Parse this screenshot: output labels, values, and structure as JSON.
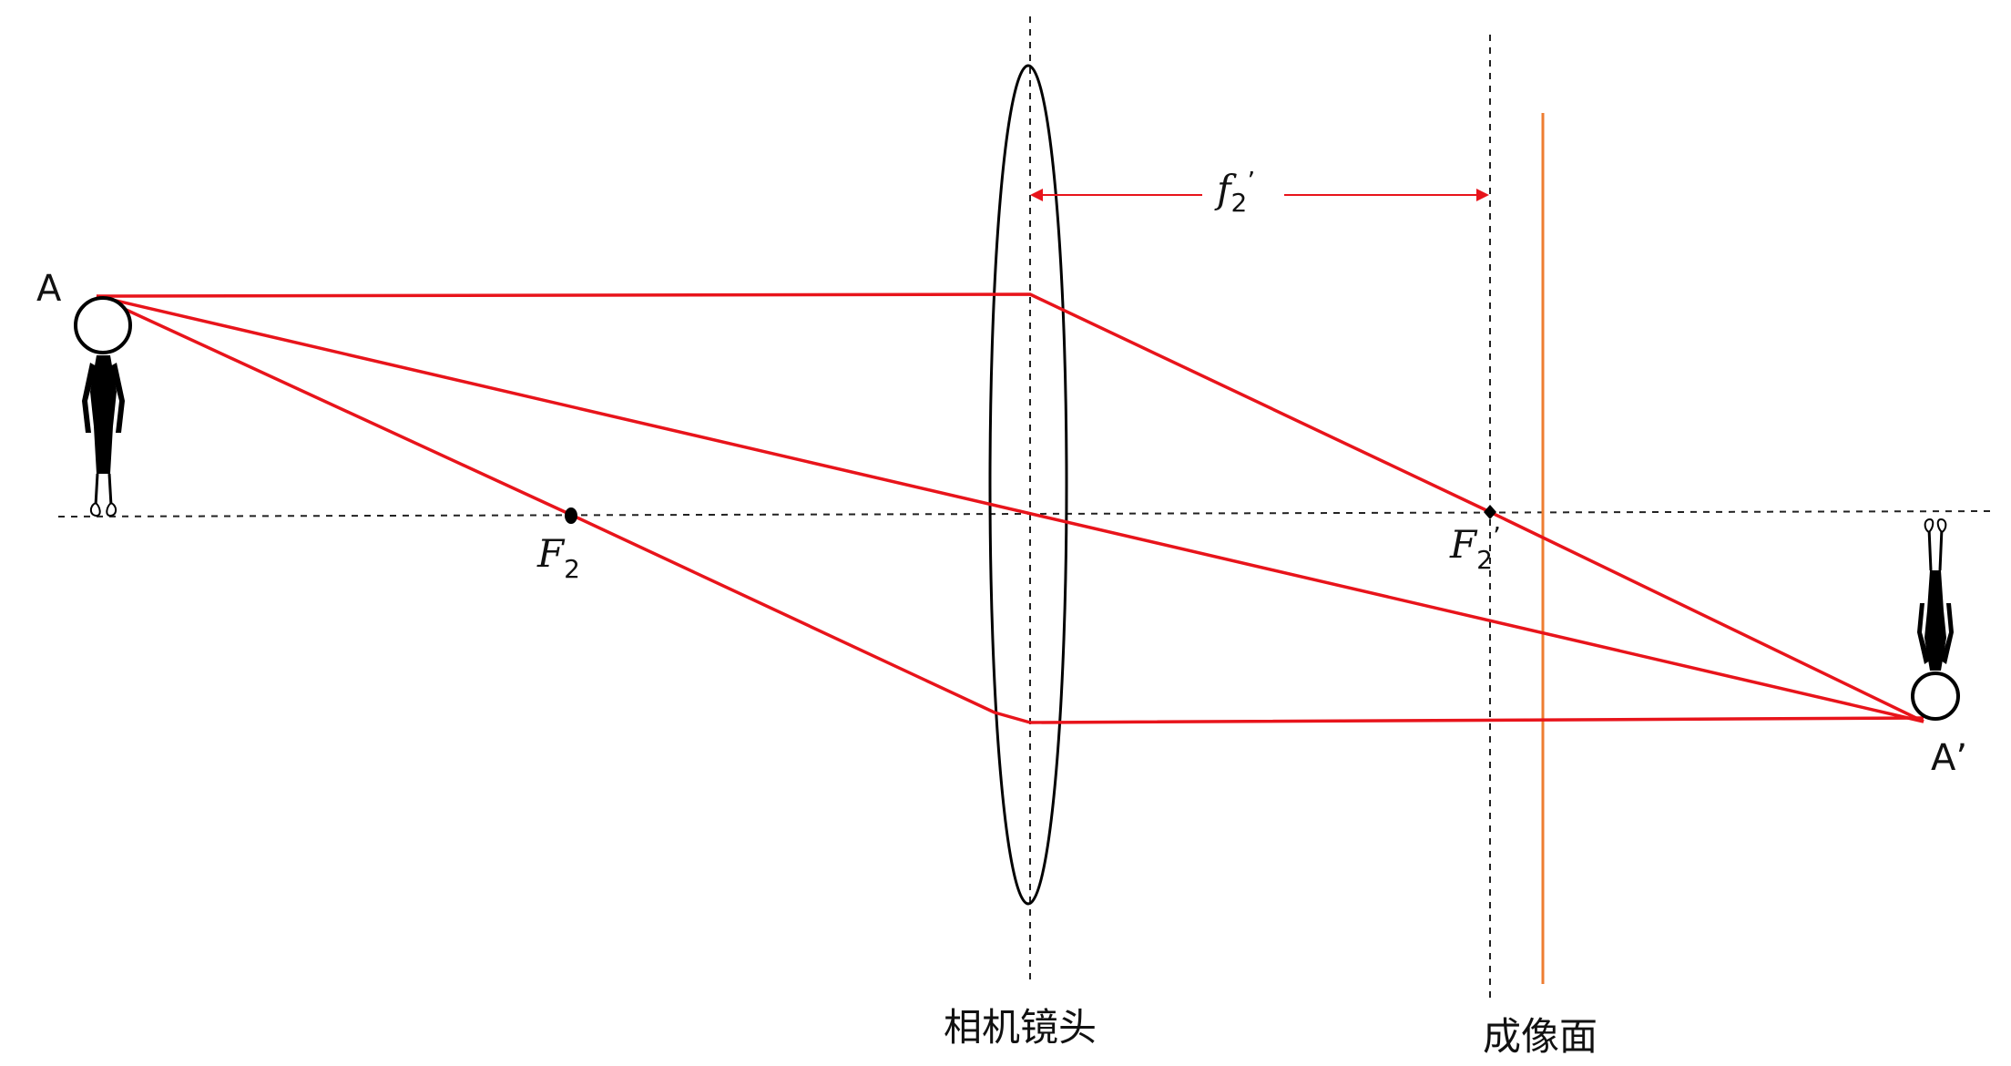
{
  "labels": {
    "object_point": "A",
    "image_point": "A’",
    "focal_front_main": "F",
    "focal_front_sub": "2",
    "focal_back_main": "F",
    "focal_back_sub": "2",
    "focal_back_prime": "’",
    "focal_length_main": "f",
    "focal_length_sub": "2",
    "focal_length_prime": "’",
    "lens_caption": "相机镜头",
    "image_plane_caption": "成像面"
  },
  "colors": {
    "ray": "#e8141b",
    "image_plane": "#ee7d31",
    "outline": "#000000",
    "dashed": "#222222"
  },
  "icons": {
    "object": "standing-person-icon",
    "image": "inverted-person-icon"
  }
}
